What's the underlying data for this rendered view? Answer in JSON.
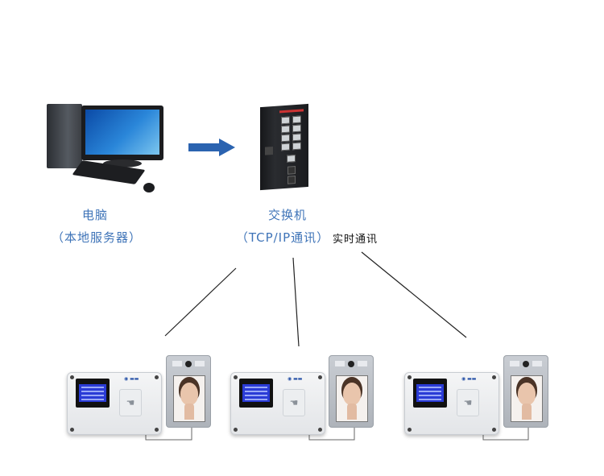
{
  "diagram": {
    "type": "network-topology",
    "nodes": {
      "pc": {
        "name": "电脑",
        "subtitle": "（本地服务器）",
        "icon": "desktop-computer-icon"
      },
      "switch": {
        "name": "交换机",
        "subtitle": "（TCP/IP通讯）",
        "note": "实时通讯",
        "icon": "network-switch-icon"
      },
      "terminals": [
        {
          "id": "terminal-1",
          "controller_icon": "access-controller-icon",
          "reader_icon": "face-recognition-terminal-icon"
        },
        {
          "id": "terminal-2",
          "controller_icon": "access-controller-icon",
          "reader_icon": "face-recognition-terminal-icon"
        },
        {
          "id": "terminal-3",
          "controller_icon": "access-controller-icon",
          "reader_icon": "face-recognition-terminal-icon"
        }
      ]
    },
    "edges": [
      {
        "from": "pc",
        "to": "switch",
        "style": "arrow",
        "color": "#2b63b0"
      },
      {
        "from": "switch",
        "to": "terminal-1",
        "style": "line"
      },
      {
        "from": "switch",
        "to": "terminal-2",
        "style": "line"
      },
      {
        "from": "switch",
        "to": "terminal-3",
        "style": "line"
      }
    ],
    "colors": {
      "label": "#3f74b8",
      "arrow": "#2b63b0",
      "lcd": "#2a3bd6"
    }
  }
}
